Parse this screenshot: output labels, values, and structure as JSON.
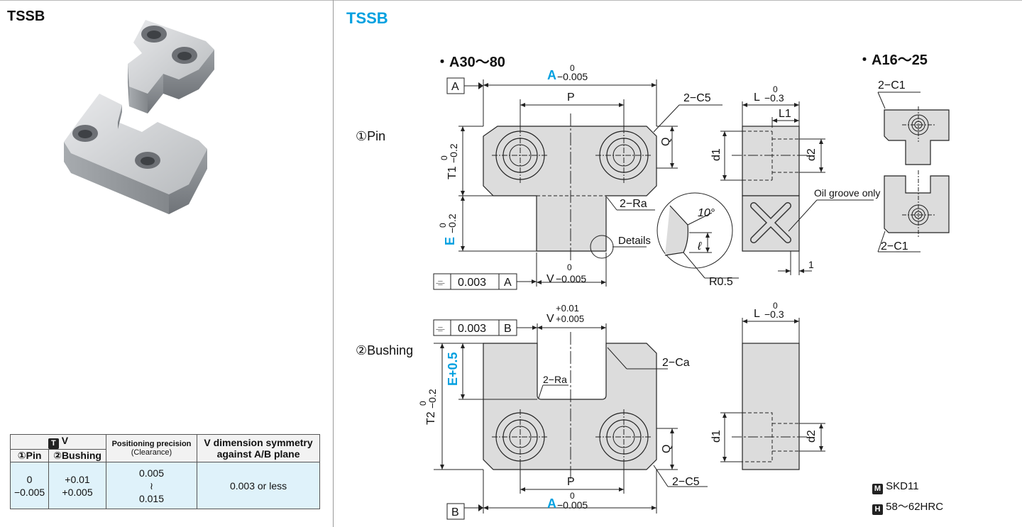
{
  "left": {
    "title": "TSSB"
  },
  "table": {
    "v_header": "V",
    "v_badge": "T",
    "col_precision_line1": "Positioning precision",
    "col_precision_line2": "(Clearance)",
    "col_symmetry_line1": "V dimension symmetry",
    "col_symmetry_line2": "against A/B plane",
    "col_pin": "①Pin",
    "col_bushing": "②Bushing",
    "pin_tol_upper": "0",
    "pin_tol_lower": "−0.005",
    "bush_tol_upper": "+0.01",
    "bush_tol_lower": "+0.005",
    "precision_min": "0.005",
    "precision_sep": "≀",
    "precision_max": "0.015",
    "symmetry_value": "0.003 or less"
  },
  "right": {
    "title": "TSSB",
    "range_large": "・A30～80",
    "range_small": "・A16～25",
    "pin_label": "①Pin",
    "bushing_label": "②Bushing",
    "A_letter": "A",
    "A_tol_upper": "0",
    "A_tol_lower": "−0.005",
    "datum_a": "A",
    "datum_b": "B",
    "P": "P",
    "C5": "2−C5",
    "Q": "Q",
    "T1": "T1",
    "T1_tol": "0",
    "T1_tol_low": "−0.2",
    "E_letter": "E",
    "E_tol_upper": "0",
    "E_tol_lower": "−0.2",
    "E_bush": "E+0.5",
    "Ra": "2−Ra",
    "details": "Details",
    "angle": "10°",
    "ell": "ℓ",
    "r05": "R0.5",
    "flat_symbol": "⌯",
    "flat_value": "0.003",
    "V_letter": "V",
    "V_pin_upper": "0",
    "V_pin_lower": "−0.005",
    "V_bush_upper": "+0.01",
    "V_bush_lower": "+0.005",
    "L": "L",
    "L_tol_upper": "0",
    "L_tol_lower": "−0.3",
    "L1": "L1",
    "d1": "d1",
    "d2": "d2",
    "oil": "Oil groove only",
    "one": "1",
    "C1": "2−C1",
    "T2": "T2",
    "Ca": "2−Ca",
    "material_badge": "M",
    "material": "SKD11",
    "hardness_badge": "H",
    "hardness": "58～62HRC"
  },
  "colors": {
    "accent": "#00a0e0",
    "part_fill": "#dcdcdc",
    "table_body": "#dff2fa"
  },
  "icons": [
    "flatness-icon",
    "material-badge-icon",
    "hardness-badge-icon",
    "tolerance-badge-icon"
  ]
}
